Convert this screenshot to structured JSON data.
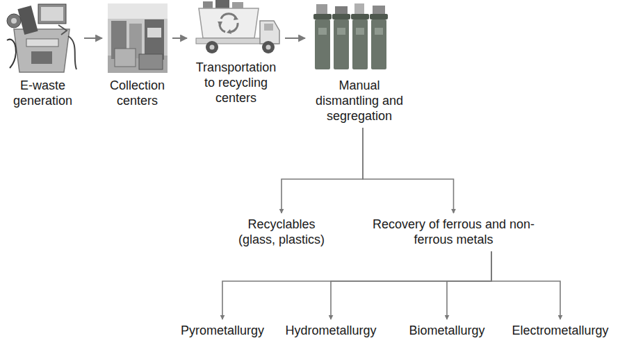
{
  "diagram": {
    "nodes": [
      {
        "text": [
          "E-waste generation"
        ]
      },
      {
        "text": [
          "Collection centers"
        ]
      },
      {
        "text": [
          "Transportation to recycling centers"
        ]
      },
      {
        "text": [
          "Manual dismantling and segregation"
        ]
      },
      {
        "text": [
          "Recyclables (glass, plastics)"
        ]
      },
      {
        "text": [
          "Recovery of ferrous and non-ferrous metals"
        ]
      },
      {
        "text": [
          "Pyrometallurgy"
        ]
      },
      {
        "text": [
          "Hydrometallurgy"
        ]
      },
      {
        "text": [
          "Biometallurgy"
        ]
      },
      {
        "text": [
          "Electrometallurgy"
        ]
      }
    ],
    "edges": [
      {
        "from": 0,
        "to": 1,
        "arrow": "to"
      },
      {
        "from": 1,
        "to": 2,
        "arrow": "to"
      },
      {
        "from": 2,
        "to": 3,
        "arrow": "to"
      },
      {
        "from": 3,
        "to": 4,
        "arrow": "to"
      },
      {
        "from": 3,
        "to": 5,
        "arrow": "to"
      },
      {
        "from": 5,
        "to": 6,
        "arrow": "to"
      },
      {
        "from": 5,
        "to": 7,
        "arrow": "to"
      },
      {
        "from": 5,
        "to": 8,
        "arrow": "to"
      },
      {
        "from": 5,
        "to": 9,
        "arrow": "to"
      }
    ]
  }
}
